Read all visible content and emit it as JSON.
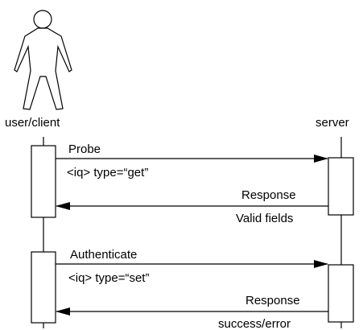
{
  "participants": {
    "client": "user/client",
    "server": "server"
  },
  "messages": [
    {
      "label": "Probe",
      "detail": "<iq> type=“get”",
      "direction": "client-to-server"
    },
    {
      "label": "Response",
      "detail": "Valid fields",
      "direction": "server-to-client"
    },
    {
      "label": "Authenticate",
      "detail": "<iq> type=“set”",
      "direction": "client-to-server"
    },
    {
      "label": "Response",
      "detail": "success/error",
      "direction": "server-to-client"
    }
  ]
}
